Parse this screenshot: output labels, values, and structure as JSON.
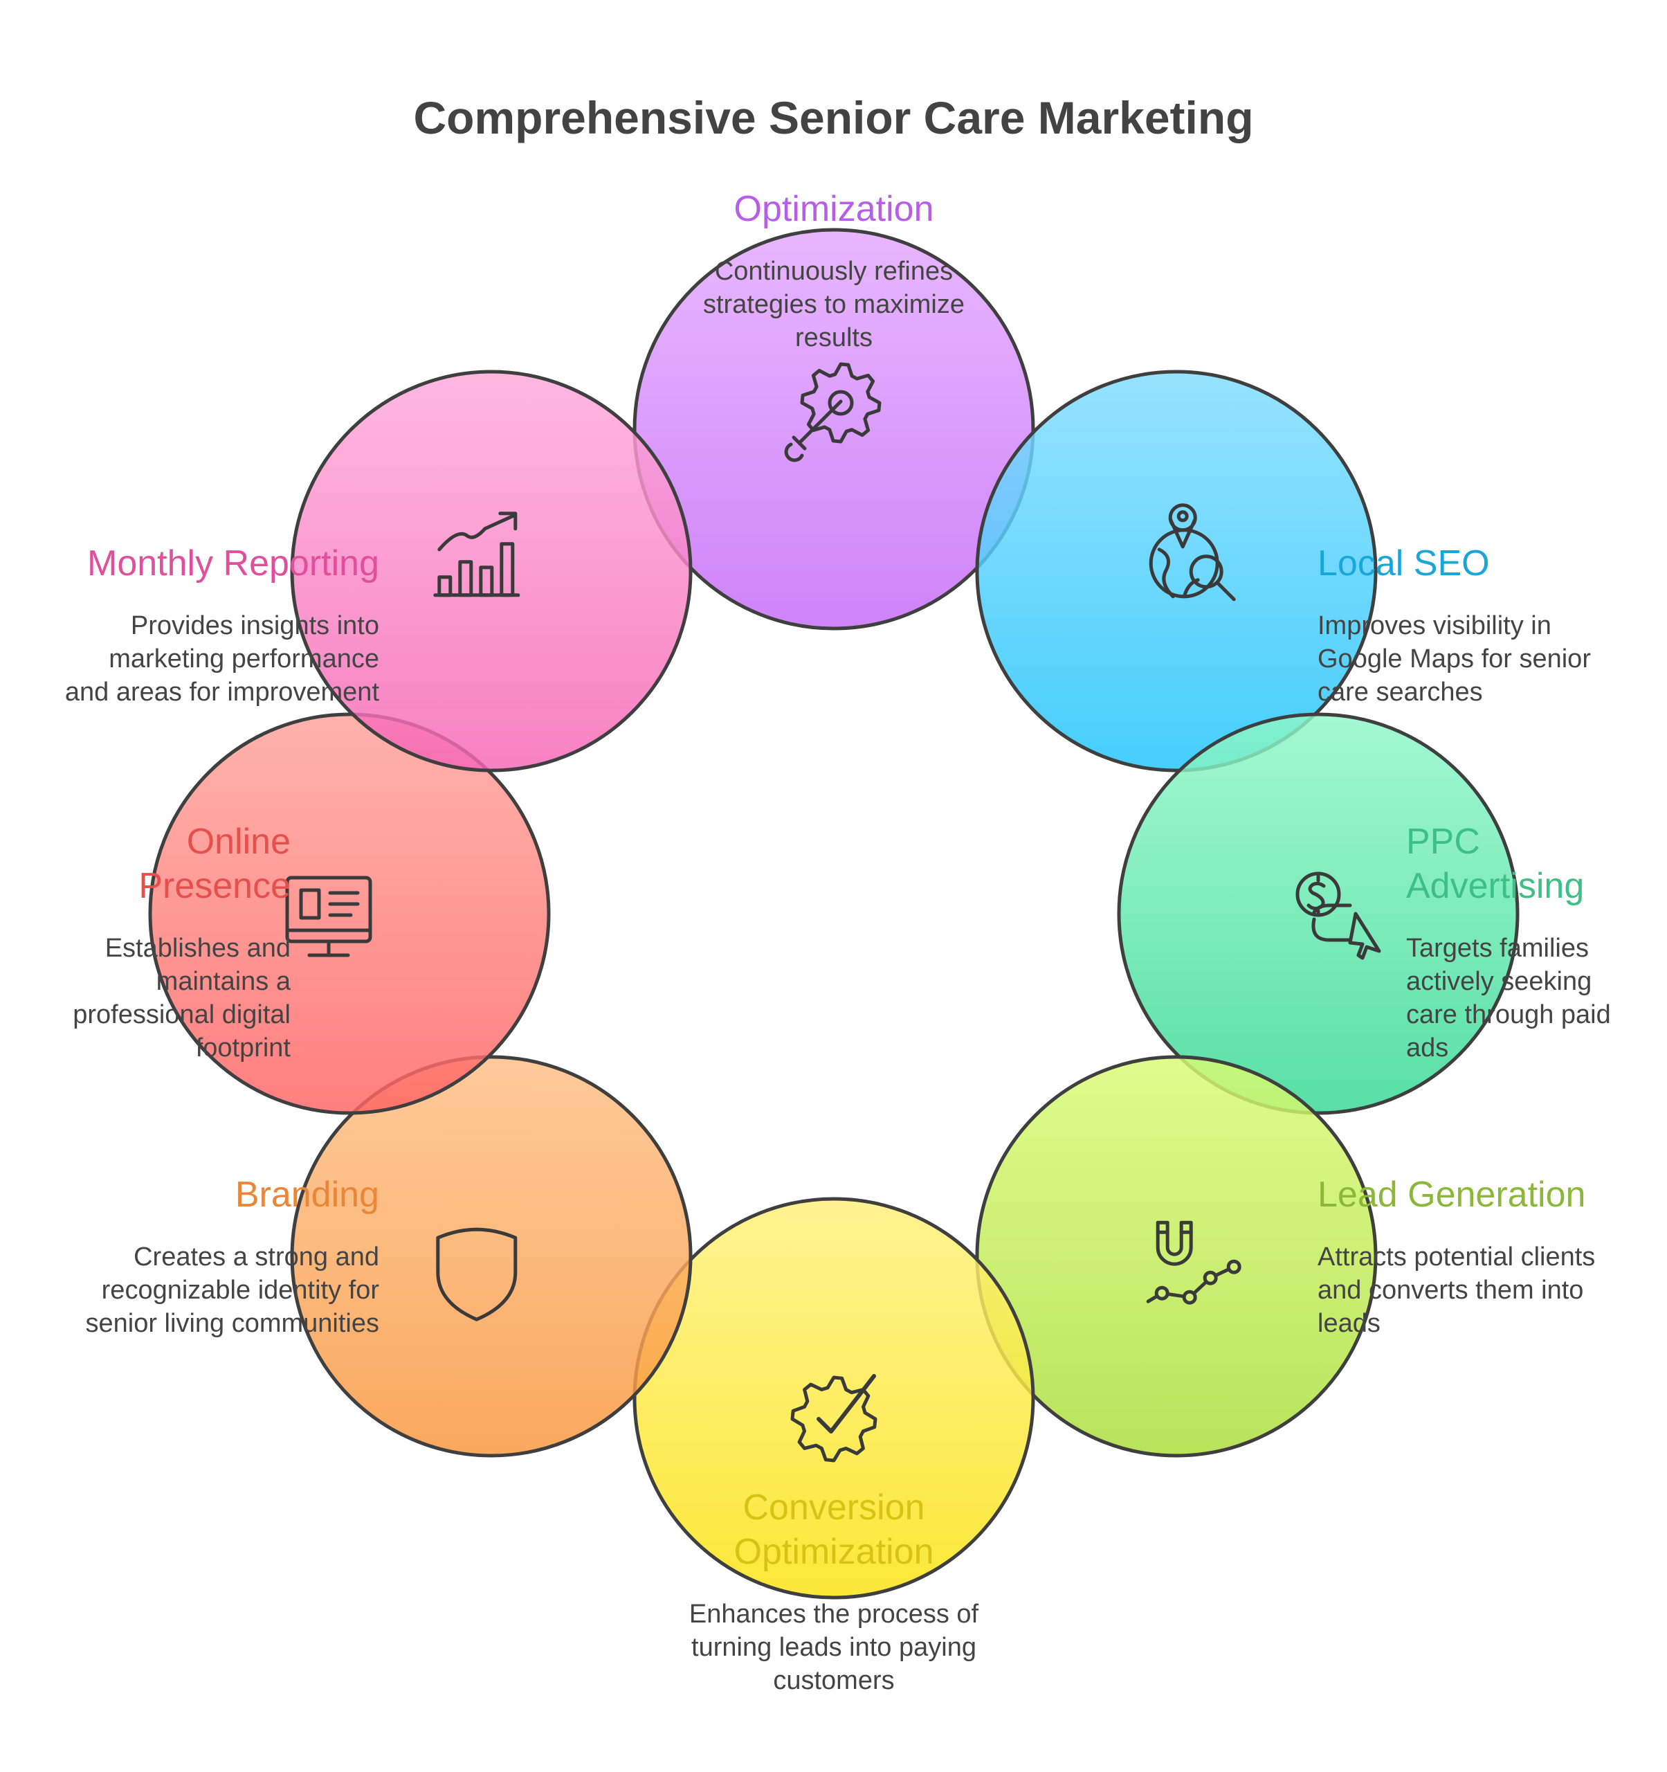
{
  "title": "Comprehensive Senior Care Marketing",
  "stroke_color": "#3f3f3f",
  "icon_color": "#3a3a3a",
  "segments": [
    {
      "key": "optimization",
      "label": "Optimization",
      "label_color": "#b65ee8",
      "icon": "gear-wrench-icon",
      "description": [
        "Continuously refines",
        "strategies to maximize",
        "results"
      ],
      "fill_top": "#e3a6ff",
      "fill_bottom": "#c468f7"
    },
    {
      "key": "local-seo",
      "label": "Local SEO",
      "label_color": "#1aa6d8",
      "icon": "globe-search-icon",
      "description": [
        "Improves visibility in",
        "Google Maps for senior",
        "care searches"
      ],
      "fill_top": "#80dcff",
      "fill_bottom": "#1dc3fb"
    },
    {
      "key": "ppc",
      "label": [
        "PPC",
        "Advertising"
      ],
      "label_color": "#3ebf85",
      "icon": "dollar-cursor-icon",
      "description": [
        "Targets families",
        "actively seeking",
        "care through paid",
        "ads"
      ],
      "fill_top": "#8ff7c7",
      "fill_bottom": "#34d892"
    },
    {
      "key": "lead-generation",
      "label": "Lead Generation",
      "label_color": "#8cb83a",
      "icon": "magnet-chart-icon",
      "description": [
        "Attracts potential clients",
        "and converts them into",
        "leads"
      ],
      "fill_top": "#d9fb74",
      "fill_bottom": "#a9dd37"
    },
    {
      "key": "conversion",
      "label": [
        "Conversion",
        "Optimization"
      ],
      "label_color": "#d8c214",
      "icon": "gear-check-icon",
      "description": [
        "Enhances the process of",
        "turning leads into paying",
        "customers"
      ],
      "fill_top": "#fff07a",
      "fill_bottom": "#fbe30c"
    },
    {
      "key": "branding",
      "label": "Branding",
      "label_color": "#e8873a",
      "icon": "shield-icon",
      "description": [
        "Creates a strong and",
        "recognizable identity for",
        "senior living communities"
      ],
      "fill_top": "#ffbe85",
      "fill_bottom": "#f8953a"
    },
    {
      "key": "online-presence",
      "label": [
        "Online",
        "Presence"
      ],
      "label_color": "#e5504d",
      "icon": "monitor-icon",
      "description": [
        "Establishes and",
        "maintains a",
        "professional digital",
        "footprint"
      ],
      "fill_top": "#ffa299",
      "fill_bottom": "#ff6363"
    },
    {
      "key": "monthly-reporting",
      "label": "Monthly Reporting",
      "label_color": "#df4f9c",
      "icon": "bar-chart-icon",
      "description": [
        "Provides insights into",
        "marketing performance",
        "and areas for improvement"
      ],
      "fill_top": "#ffa8da",
      "fill_bottom": "#f565b5"
    }
  ]
}
